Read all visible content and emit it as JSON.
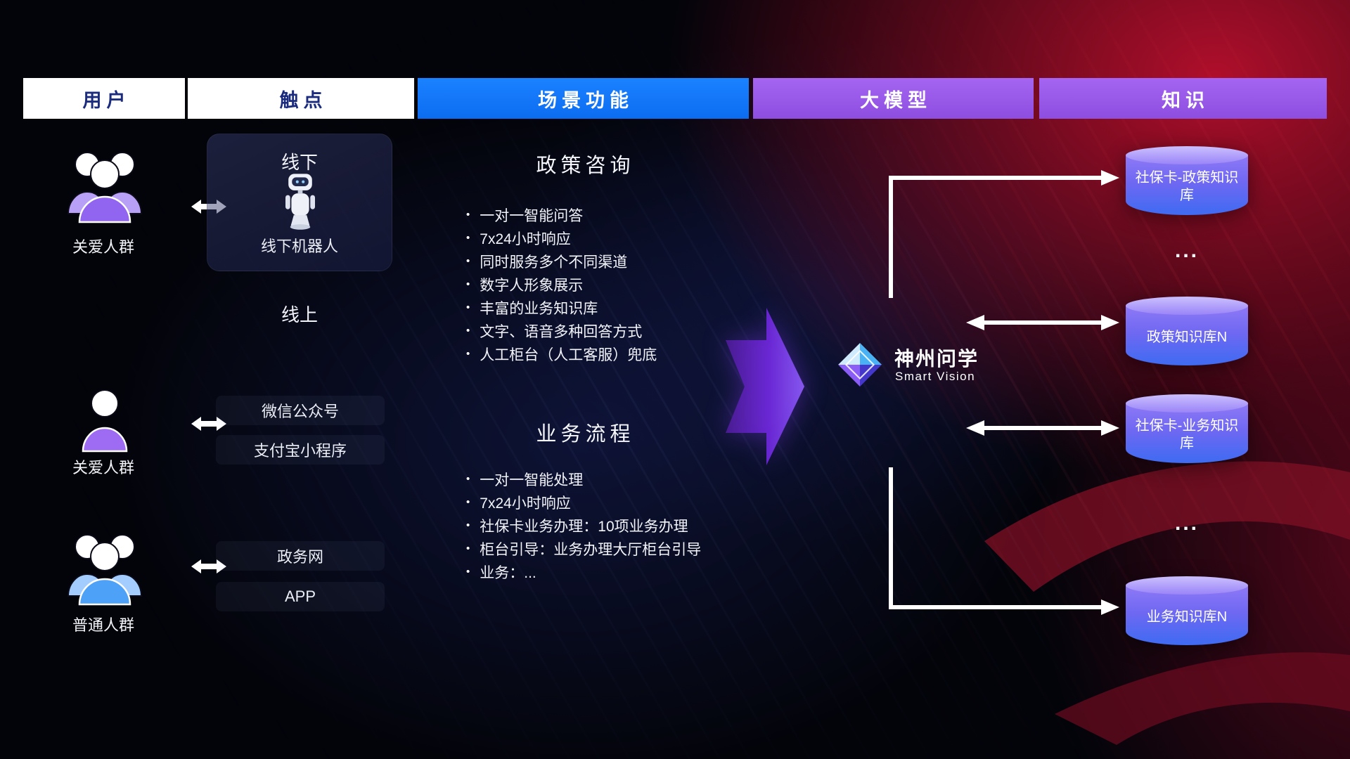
{
  "headers": {
    "users": "用户",
    "touchpoints": "触点",
    "scenarios": "场景功能",
    "model": "大模型",
    "knowledge": "知识"
  },
  "users": {
    "group1_label": "关爱人群",
    "group2_label": "关爱人群",
    "group3_label": "普通人群"
  },
  "touchpoints": {
    "offline_title": "线下",
    "offline_robot_label": "线下机器人",
    "online_title": "线上",
    "channel1": "微信公众号",
    "channel2": "支付宝小程序",
    "channel3": "政务网",
    "channel4": "APP"
  },
  "scenarios": {
    "policy": {
      "title": "政策咨询",
      "items": [
        "一对一智能问答",
        "7x24小时响应",
        "同时服务多个不同渠道",
        "数字人形象展示",
        "丰富的业务知识库",
        "文字、语音多种回答方式",
        "人工柜台（人工客服）兜底"
      ]
    },
    "business": {
      "title": "业务流程",
      "items": [
        "一对一智能处理",
        "7x24小时响应",
        "社保卡业务办理：10项业务办理",
        "柜台引导：业务办理大厅柜台引导",
        "业务：..."
      ]
    }
  },
  "model": {
    "name": "神州问学",
    "subtitle": "Smart Vision"
  },
  "knowledge": {
    "db1": "社保卡-政策知识库",
    "dots1": "...",
    "db2": "政策知识库N",
    "db3": "社保卡-业务知识库",
    "dots2": "...",
    "db4": "业务知识库N"
  },
  "colors": {
    "accent_blue": "#1677ff",
    "accent_purple": "#9b5be8",
    "accent_red": "#c81030",
    "db_top": "#b9a6fc",
    "db_bottom": "#3e6bf2"
  }
}
